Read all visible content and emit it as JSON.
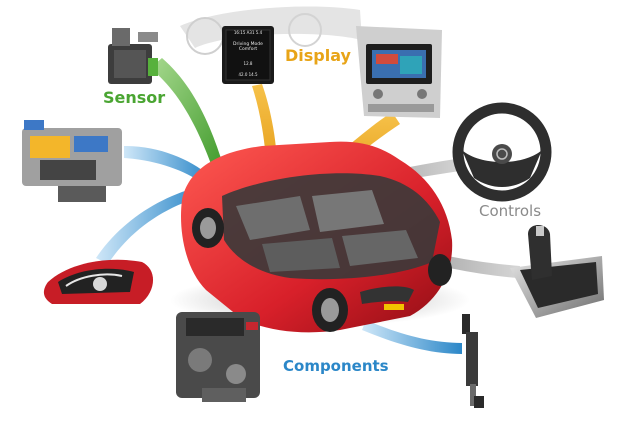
{
  "labels": {
    "sensor": "Sensor",
    "display": "Display",
    "controls": "Controls",
    "components": "Components"
  },
  "cluster_screen": {
    "top_row": "16:15   A31   5.4",
    "mode_text": "Driving Mode Comfort",
    "odometer": "12.8",
    "bottom_row": "42.0   14.5"
  },
  "colors": {
    "sensor": "#4aa532",
    "display": "#e8a417",
    "controls": "#8a8a8a",
    "components": "#2b87c8",
    "car_body": "#d8202a"
  },
  "icons": [
    "sensor-module-icon",
    "instrument-cluster-icon",
    "infotainment-unit-icon",
    "steering-wheel-icon",
    "gear-shifter-icon",
    "shock-absorber-icon",
    "engine-icon",
    "headlight-icon",
    "transmission-cutaway-icon",
    "car-cutaway-icon"
  ]
}
